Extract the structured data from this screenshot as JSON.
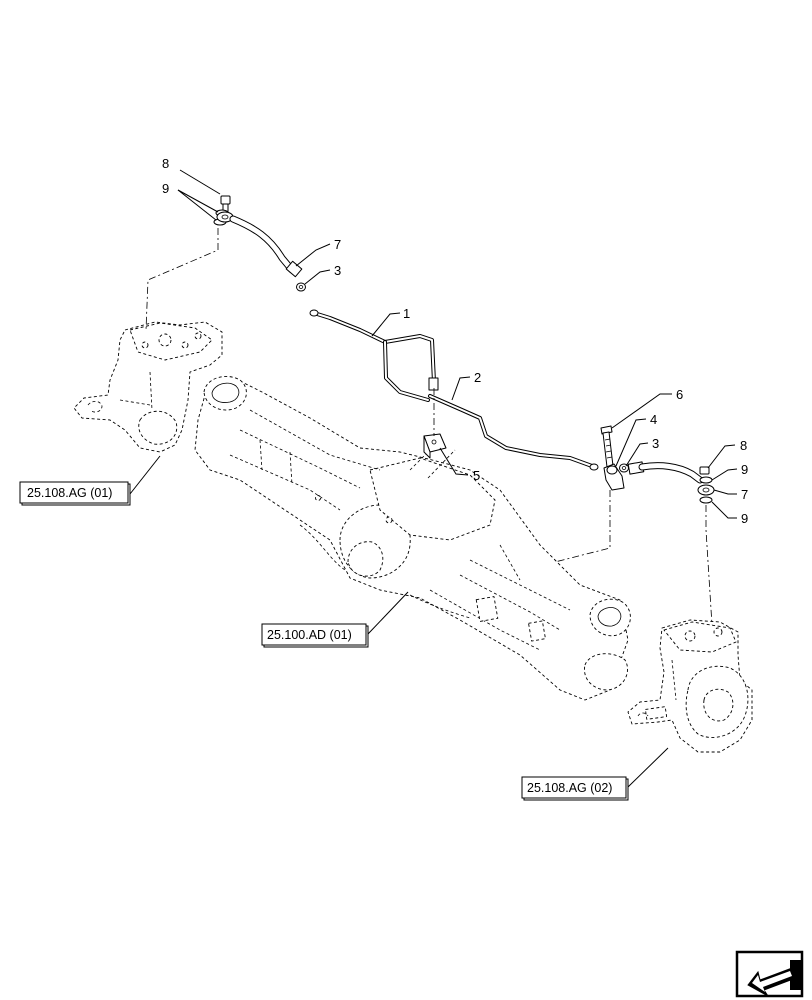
{
  "callouts": {
    "c8_left": "8",
    "c9_left": "9",
    "c7_left": "7",
    "c3_left": "3",
    "c1": "1",
    "c2": "2",
    "c5": "5",
    "c6": "6",
    "c4": "4",
    "c3_right": "3",
    "c8_right": "8",
    "c9_right_top": "9",
    "c7_right": "7",
    "c9_right_bottom": "9"
  },
  "references": {
    "left_knuckle": "25.108.AG (01)",
    "axle_housing": "25.100.AD (01)",
    "right_knuckle": "25.108.AG (02)"
  },
  "icons": {
    "nav": "next-page-arrow-icon"
  }
}
